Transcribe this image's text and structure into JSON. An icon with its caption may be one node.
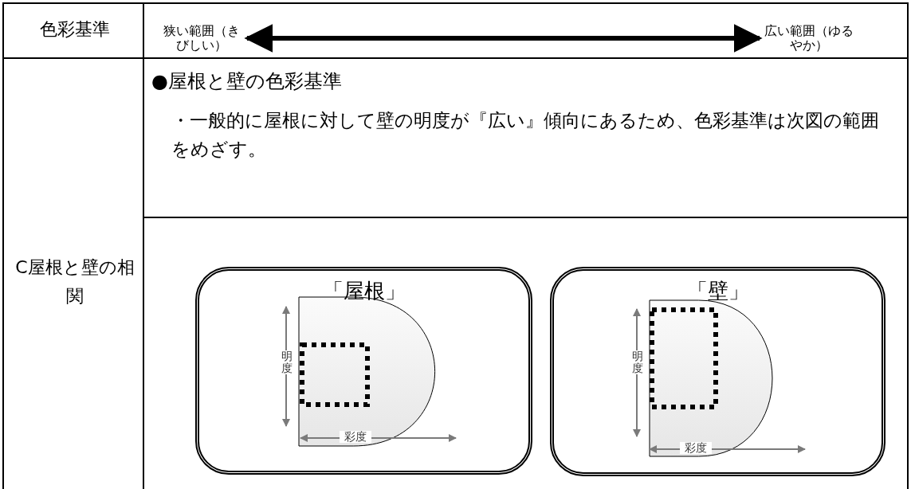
{
  "diagram": {
    "nodes": [
      {
        "text": [
          "狭い範囲（きびしい）"
        ]
      },
      {
        "text": [
          "広い範囲（ゆるやか）"
        ]
      },
      {
        "text": [
          "「屋根」"
        ]
      },
      {
        "text": [
          "「壁」"
        ]
      }
    ],
    "edges": [
      {
        "from": 0,
        "to": 1,
        "arrow": "both"
      }
    ],
    "labels": [
      "色彩基準",
      "C屋根と壁の相関",
      "●屋根と壁の色彩基準",
      "・一般的に屋根に対して壁の明度が『広い』傾向にあるため、色彩基準は次図の範囲をめざす。",
      "明度",
      "彩度",
      "明度",
      "彩度"
    ]
  }
}
